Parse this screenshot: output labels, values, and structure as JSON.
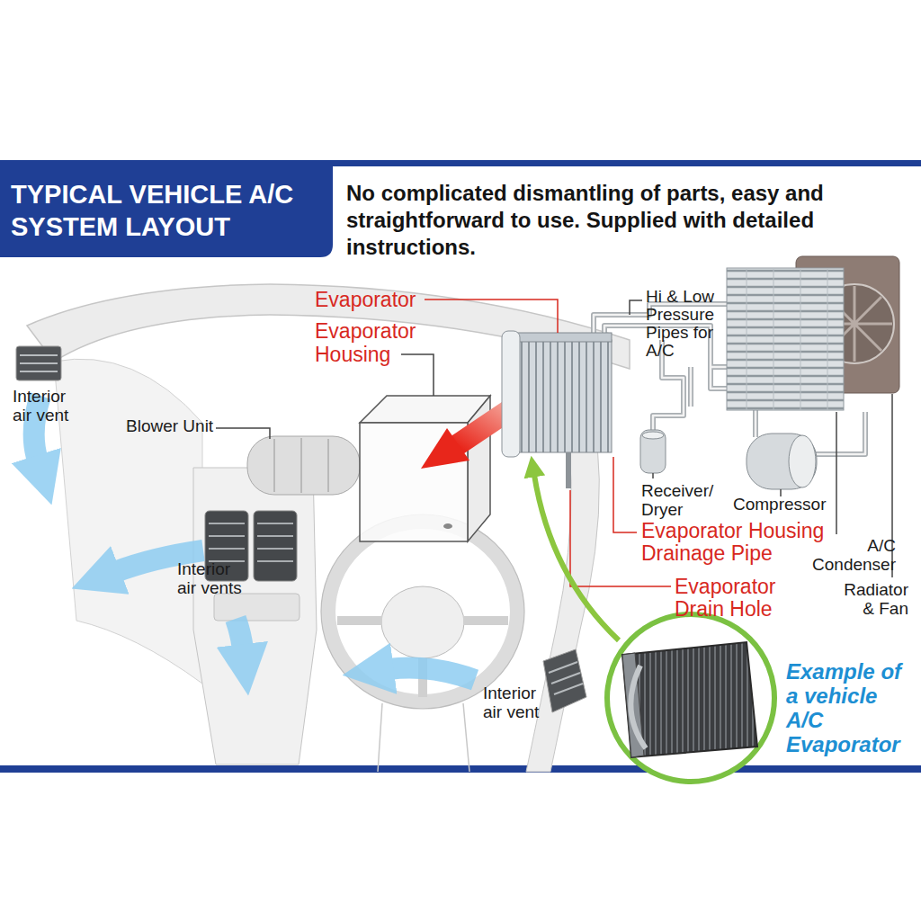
{
  "diagram": {
    "title": "TYPICAL VEHICLE A/C SYSTEM LAYOUT",
    "caption": "No complicated dismantling of parts, easy and straightforward to use. Supplied with detailed instructions.",
    "labels": [
      "Evaporator",
      "Evaporator Housing",
      "Hi & Low Pressure Pipes for A/C",
      "Interior air vent",
      "Blower Unit",
      "Receiver/ Dryer",
      "Compressor",
      "Evaporator Housing Drainage Pipe",
      "Interior air vents",
      "A/C Condenser",
      "Evaporator Drain Hole",
      "Radiator & Fan",
      "Example of a vehicle A/C Evaporator",
      "Interior air vent"
    ]
  }
}
